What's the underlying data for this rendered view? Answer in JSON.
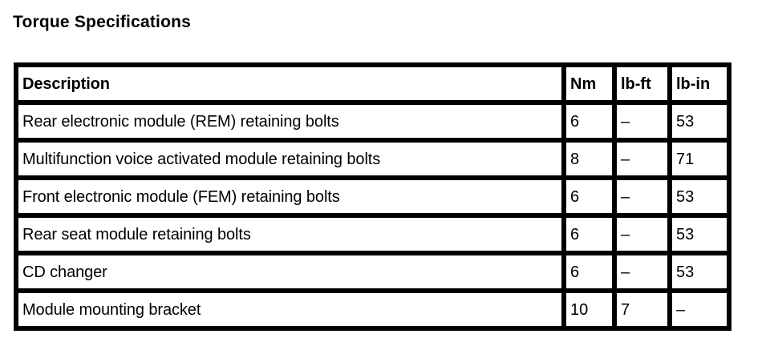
{
  "page": {
    "title": "Torque Specifications",
    "background_color": "#ffffff",
    "text_color": "#000000"
  },
  "table": {
    "columns": [
      {
        "key": "description",
        "label": "Description"
      },
      {
        "key": "nm",
        "label": "Nm"
      },
      {
        "key": "lb_ft",
        "label": "lb-ft"
      },
      {
        "key": "lb_in",
        "label": "lb-in"
      }
    ],
    "rows": [
      {
        "description": "Rear electronic module (REM) retaining bolts",
        "nm": "6",
        "lb_ft": "–",
        "lb_in": "53"
      },
      {
        "description": "Multifunction voice activated module retaining bolts",
        "nm": "8",
        "lb_ft": "–",
        "lb_in": "71"
      },
      {
        "description": "Front electronic module (FEM) retaining bolts",
        "nm": "6",
        "lb_ft": "–",
        "lb_in": "53"
      },
      {
        "description": "Rear seat module retaining bolts",
        "nm": "6",
        "lb_ft": "–",
        "lb_in": "53"
      },
      {
        "description": "CD changer",
        "nm": "6",
        "lb_ft": "–",
        "lb_in": "53"
      },
      {
        "description": "Module mounting bracket",
        "nm": "10",
        "lb_ft": "7",
        "lb_in": "–"
      }
    ]
  }
}
